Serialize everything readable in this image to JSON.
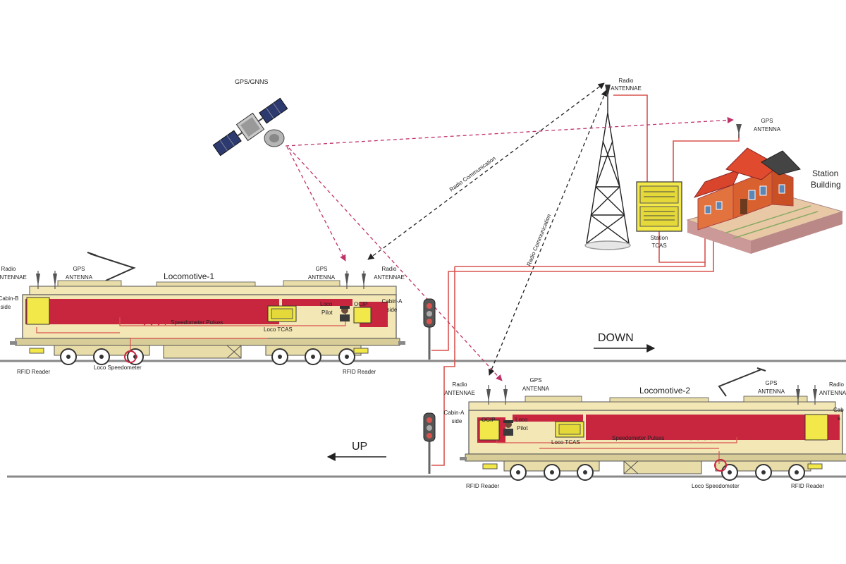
{
  "labels": {
    "satellite": "GPS/GNNS",
    "tower_antenna_1": "Radio",
    "tower_antenna_2": "ANTENNAE",
    "station_gps_1": "GPS",
    "station_gps_2": "ANTENNA",
    "station_building_1": "Station",
    "station_building_2": "Building",
    "station_tcas_1": "Station",
    "station_tcas_2": "TCAS",
    "radio_comm_1": "Radio Communication",
    "radio_comm_2": "Radio Communication",
    "down": "DOWN",
    "up": "UP"
  },
  "loco1": {
    "name": "Locomotive-1",
    "radio_1": "Radio",
    "radio_2": "ANTENNAE",
    "gps_1": "GPS",
    "gps_2": "ANTENNA",
    "gps_b_1": "GPS",
    "gps_b_2": "ANTENNA",
    "radio_b_1": "Radio",
    "radio_b_2": "ANTENNAE",
    "cabin_b_1": "Cabin-B",
    "cabin_b_2": "side",
    "cabin_a_1": "Cabin-A",
    "cabin_a_2": "side",
    "ocip": "OCIP",
    "pilot_1": "Loco",
    "pilot_2": "Pilot",
    "tcas": "Loco TCAS",
    "pulses": "Speedometer Pulses",
    "rfid_left": "RFID Reader",
    "speedometer": "Loco Speedometer",
    "rfid_right": "RFID Reader"
  },
  "loco2": {
    "name": "Locomotive-2",
    "radio_1": "Radio",
    "radio_2": "ANTENNAE",
    "gps_1": "GPS",
    "gps_2": "ANTENNA",
    "gps_b_1": "GPS",
    "gps_b_2": "ANTENNA",
    "radio_b_1": "Radio",
    "radio_b_2": "ANTENNAE",
    "cabin_a_1": "Cabin-A",
    "cabin_a_2": "side",
    "cabin_b_1": "Cab",
    "cabin_b_2": "s",
    "ocip": "OCIP",
    "pilot_1": "Loco",
    "pilot_2": "Pilot",
    "tcas": "Loco TCAS",
    "pulses": "Speedometer Pulses",
    "rfid_left": "RFID Reader",
    "speedometer": "Loco Speedometer",
    "rfid_right": "RFID Reader"
  },
  "colors": {
    "body_red": "#c8253f",
    "body_cream": "#f3e7b6",
    "tcas_yellow": "#f2e84a",
    "link_black": "#222222",
    "link_pink": "#c0316a",
    "wire_red": "#d9534f",
    "roof_red": "#d8452c",
    "wall_orange": "#e3733e"
  },
  "icons": [
    "satellite-icon",
    "tower-icon",
    "station-building-icon",
    "signal-icon",
    "pilot-icon",
    "antenna-icon"
  ]
}
